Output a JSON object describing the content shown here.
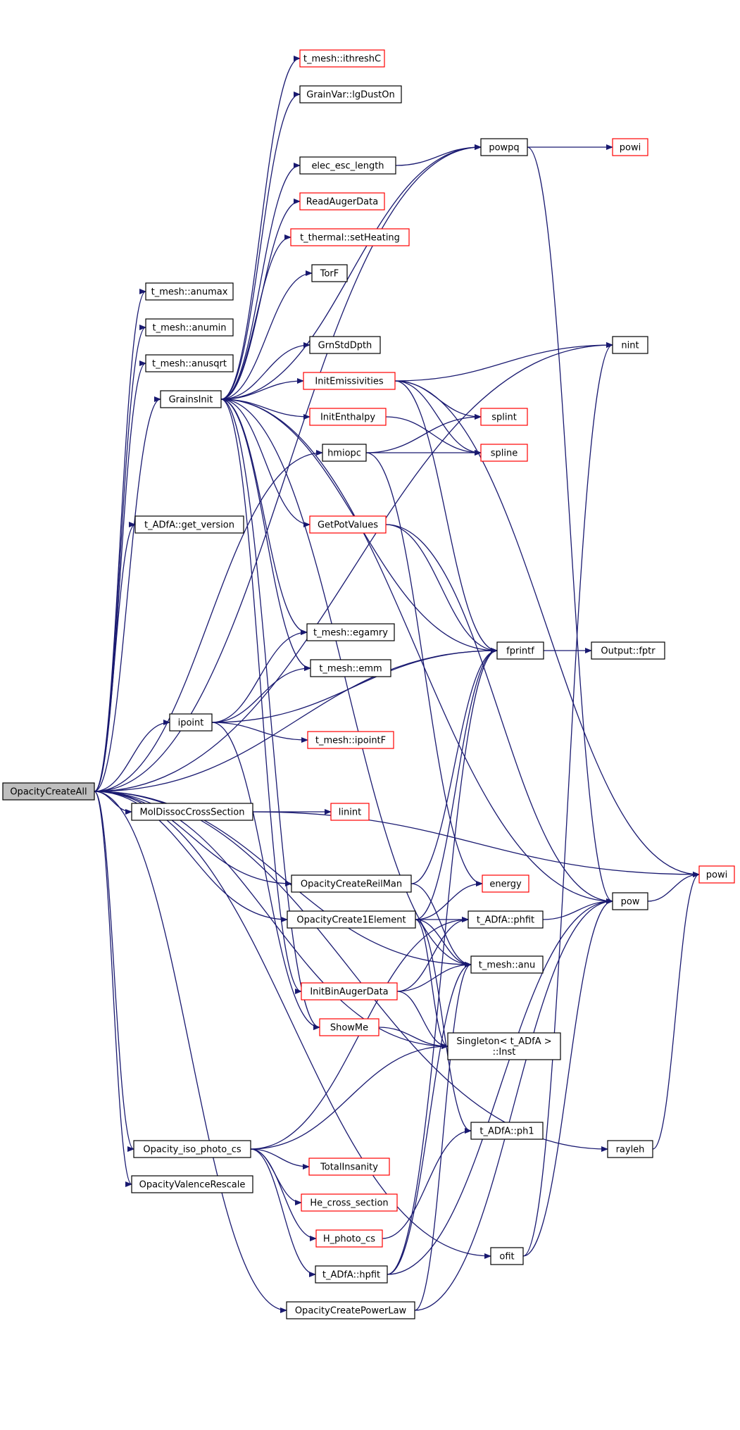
{
  "diagram": {
    "type": "call-graph",
    "colors": {
      "edge": "#191970",
      "truncated_border": "#ff0000",
      "normal_border": "#000000",
      "root_fill": "#bfbfbf"
    },
    "nodes": [
      {
        "id": "OpacityCreateAll",
        "lines": [
          "OpacityCreateAll"
        ],
        "style": "root"
      },
      {
        "id": "t_mesh_ithreshC",
        "lines": [
          "t_mesh::ithreshC"
        ],
        "style": "red"
      },
      {
        "id": "GrainVar_lgDustOn",
        "lines": [
          "GrainVar::lgDustOn"
        ],
        "style": "black"
      },
      {
        "id": "powpq",
        "lines": [
          "powpq"
        ],
        "style": "black"
      },
      {
        "id": "powi_top",
        "lines": [
          "powi"
        ],
        "style": "red"
      },
      {
        "id": "elec_esc_length",
        "lines": [
          "elec_esc_length"
        ],
        "style": "black"
      },
      {
        "id": "ReadAugerData",
        "lines": [
          "ReadAugerData"
        ],
        "style": "red"
      },
      {
        "id": "t_thermal_setHeating",
        "lines": [
          "t_thermal::setHeating"
        ],
        "style": "red"
      },
      {
        "id": "TorF",
        "lines": [
          "TorF"
        ],
        "style": "black"
      },
      {
        "id": "t_mesh_anumax",
        "lines": [
          "t_mesh::anumax"
        ],
        "style": "black"
      },
      {
        "id": "t_mesh_anumin",
        "lines": [
          "t_mesh::anumin"
        ],
        "style": "black"
      },
      {
        "id": "GrnStdDpth",
        "lines": [
          "GrnStdDpth"
        ],
        "style": "black"
      },
      {
        "id": "nint",
        "lines": [
          "nint"
        ],
        "style": "black"
      },
      {
        "id": "t_mesh_anusqrt",
        "lines": [
          "t_mesh::anusqrt"
        ],
        "style": "black"
      },
      {
        "id": "InitEmissivities",
        "lines": [
          "InitEmissivities"
        ],
        "style": "red"
      },
      {
        "id": "GrainsInit",
        "lines": [
          "GrainsInit"
        ],
        "style": "black"
      },
      {
        "id": "splint",
        "lines": [
          "splint"
        ],
        "style": "red"
      },
      {
        "id": "InitEnthalpy",
        "lines": [
          "InitEnthalpy"
        ],
        "style": "red"
      },
      {
        "id": "hmiopc",
        "lines": [
          "hmiopc"
        ],
        "style": "black"
      },
      {
        "id": "spline",
        "lines": [
          "spline"
        ],
        "style": "red"
      },
      {
        "id": "t_ADfA_get_version",
        "lines": [
          "t_ADfA::get_version"
        ],
        "style": "black"
      },
      {
        "id": "GetPotValues",
        "lines": [
          "GetPotValues"
        ],
        "style": "red"
      },
      {
        "id": "t_mesh_egamry",
        "lines": [
          "t_mesh::egamry"
        ],
        "style": "black"
      },
      {
        "id": "fprintf",
        "lines": [
          "fprintf"
        ],
        "style": "black"
      },
      {
        "id": "Output_fptr",
        "lines": [
          "Output::fptr"
        ],
        "style": "black"
      },
      {
        "id": "t_mesh_emm",
        "lines": [
          "t_mesh::emm"
        ],
        "style": "black"
      },
      {
        "id": "ipoint",
        "lines": [
          "ipoint"
        ],
        "style": "black"
      },
      {
        "id": "t_mesh_ipointF",
        "lines": [
          "t_mesh::ipointF"
        ],
        "style": "red"
      },
      {
        "id": "MolDissocCrossSection",
        "lines": [
          "MolDissocCrossSection"
        ],
        "style": "black"
      },
      {
        "id": "linint",
        "lines": [
          "linint"
        ],
        "style": "red"
      },
      {
        "id": "powi_mid",
        "lines": [
          "powi"
        ],
        "style": "red"
      },
      {
        "id": "OpacityCreateReilMan",
        "lines": [
          "OpacityCreateReilMan"
        ],
        "style": "black"
      },
      {
        "id": "energy",
        "lines": [
          "energy"
        ],
        "style": "red"
      },
      {
        "id": "OpacityCreate1Element",
        "lines": [
          "OpacityCreate1Element"
        ],
        "style": "black"
      },
      {
        "id": "t_ADfA_phfit",
        "lines": [
          "t_ADfA::phfit"
        ],
        "style": "black"
      },
      {
        "id": "pow",
        "lines": [
          "pow"
        ],
        "style": "black"
      },
      {
        "id": "t_mesh_anu",
        "lines": [
          "t_mesh::anu"
        ],
        "style": "black"
      },
      {
        "id": "InitBinAugerData",
        "lines": [
          "InitBinAugerData"
        ],
        "style": "red"
      },
      {
        "id": "ShowMe",
        "lines": [
          "ShowMe"
        ],
        "style": "red"
      },
      {
        "id": "Singleton_Inst",
        "lines": [
          "Singleton< t_ADfA >",
          "::Inst"
        ],
        "style": "black"
      },
      {
        "id": "t_ADfA_ph1",
        "lines": [
          "t_ADfA::ph1"
        ],
        "style": "black"
      },
      {
        "id": "Opacity_iso_photo_cs",
        "lines": [
          "Opacity_iso_photo_cs"
        ],
        "style": "black"
      },
      {
        "id": "rayleh",
        "lines": [
          "rayleh"
        ],
        "style": "black"
      },
      {
        "id": "TotalInsanity",
        "lines": [
          "TotalInsanity"
        ],
        "style": "red"
      },
      {
        "id": "OpacityValenceRescale",
        "lines": [
          "OpacityValenceRescale"
        ],
        "style": "black"
      },
      {
        "id": "He_cross_section",
        "lines": [
          "He_cross_section"
        ],
        "style": "red"
      },
      {
        "id": "H_photo_cs",
        "lines": [
          "H_photo_cs"
        ],
        "style": "red"
      },
      {
        "id": "ofit",
        "lines": [
          "ofit"
        ],
        "style": "black"
      },
      {
        "id": "t_ADfA_hpfit",
        "lines": [
          "t_ADfA::hpfit"
        ],
        "style": "black"
      },
      {
        "id": "OpacityCreatePowerLaw",
        "lines": [
          "OpacityCreatePowerLaw"
        ],
        "style": "black"
      }
    ],
    "edges": [
      [
        "OpacityCreateAll",
        "GrainsInit"
      ],
      [
        "OpacityCreateAll",
        "t_mesh_anumax"
      ],
      [
        "OpacityCreateAll",
        "t_mesh_anumin"
      ],
      [
        "OpacityCreateAll",
        "t_mesh_anusqrt"
      ],
      [
        "OpacityCreateAll",
        "powpq"
      ],
      [
        "OpacityCreateAll",
        "nint"
      ],
      [
        "OpacityCreateAll",
        "hmiopc"
      ],
      [
        "OpacityCreateAll",
        "t_ADfA_get_version"
      ],
      [
        "OpacityCreateAll",
        "fprintf"
      ],
      [
        "OpacityCreateAll",
        "ipoint"
      ],
      [
        "OpacityCreateAll",
        "MolDissocCrossSection"
      ],
      [
        "OpacityCreateAll",
        "OpacityCreateReilMan"
      ],
      [
        "OpacityCreateAll",
        "OpacityCreate1Element"
      ],
      [
        "OpacityCreateAll",
        "t_mesh_anu"
      ],
      [
        "OpacityCreateAll",
        "Singleton_Inst"
      ],
      [
        "OpacityCreateAll",
        "Opacity_iso_photo_cs"
      ],
      [
        "OpacityCreateAll",
        "OpacityValenceRescale"
      ],
      [
        "OpacityCreateAll",
        "OpacityCreatePowerLaw"
      ],
      [
        "OpacityCreateAll",
        "ofit"
      ],
      [
        "OpacityCreateAll",
        "rayleh"
      ],
      [
        "GrainsInit",
        "t_mesh_ithreshC"
      ],
      [
        "GrainsInit",
        "GrainVar_lgDustOn"
      ],
      [
        "GrainsInit",
        "powpq"
      ],
      [
        "GrainsInit",
        "elec_esc_length"
      ],
      [
        "GrainsInit",
        "ReadAugerData"
      ],
      [
        "GrainsInit",
        "t_thermal_setHeating"
      ],
      [
        "GrainsInit",
        "TorF"
      ],
      [
        "GrainsInit",
        "fprintf"
      ],
      [
        "GrainsInit",
        "GrnStdDpth"
      ],
      [
        "GrainsInit",
        "InitEmissivities"
      ],
      [
        "GrainsInit",
        "InitEnthalpy"
      ],
      [
        "GrainsInit",
        "GetPotValues"
      ],
      [
        "GrainsInit",
        "t_mesh_egamry"
      ],
      [
        "GrainsInit",
        "t_mesh_emm"
      ],
      [
        "GrainsInit",
        "pow"
      ],
      [
        "GrainsInit",
        "t_mesh_anu"
      ],
      [
        "GrainsInit",
        "InitBinAugerData"
      ],
      [
        "GrainsInit",
        "ShowMe"
      ],
      [
        "elec_esc_length",
        "powpq"
      ],
      [
        "powpq",
        "powi_top"
      ],
      [
        "powpq",
        "pow"
      ],
      [
        "InitEmissivities",
        "nint"
      ],
      [
        "InitEmissivities",
        "splint"
      ],
      [
        "InitEmissivities",
        "spline"
      ],
      [
        "InitEmissivities",
        "fprintf"
      ],
      [
        "InitEmissivities",
        "powi_mid"
      ],
      [
        "InitEnthalpy",
        "spline"
      ],
      [
        "hmiopc",
        "splint"
      ],
      [
        "hmiopc",
        "spline"
      ],
      [
        "hmiopc",
        "energy"
      ],
      [
        "GetPotValues",
        "fprintf"
      ],
      [
        "GetPotValues",
        "pow"
      ],
      [
        "fprintf",
        "Output_fptr"
      ],
      [
        "ipoint",
        "t_mesh_egamry"
      ],
      [
        "ipoint",
        "t_mesh_emm"
      ],
      [
        "ipoint",
        "fprintf"
      ],
      [
        "ipoint",
        "t_mesh_ipointF"
      ],
      [
        "ipoint",
        "ShowMe"
      ],
      [
        "MolDissocCrossSection",
        "linint"
      ],
      [
        "MolDissocCrossSection",
        "powi_mid"
      ],
      [
        "OpacityCreateReilMan",
        "fprintf"
      ],
      [
        "OpacityCreateReilMan",
        "t_mesh_anu"
      ],
      [
        "OpacityCreate1Element",
        "energy"
      ],
      [
        "OpacityCreate1Element",
        "fprintf"
      ],
      [
        "OpacityCreate1Element",
        "t_ADfA_phfit"
      ],
      [
        "OpacityCreate1Element",
        "t_mesh_anu"
      ],
      [
        "OpacityCreate1Element",
        "Singleton_Inst"
      ],
      [
        "OpacityCreate1Element",
        "t_ADfA_ph1"
      ],
      [
        "t_ADfA_phfit",
        "pow"
      ],
      [
        "pow",
        "powi_mid"
      ],
      [
        "InitBinAugerData",
        "t_ADfA_phfit"
      ],
      [
        "InitBinAugerData",
        "t_mesh_anu"
      ],
      [
        "InitBinAugerData",
        "Singleton_Inst"
      ],
      [
        "ShowMe",
        "Singleton_Inst"
      ],
      [
        "Opacity_iso_photo_cs",
        "t_ADfA_phfit"
      ],
      [
        "Opacity_iso_photo_cs",
        "Singleton_Inst"
      ],
      [
        "Opacity_iso_photo_cs",
        "TotalInsanity"
      ],
      [
        "Opacity_iso_photo_cs",
        "He_cross_section"
      ],
      [
        "Opacity_iso_photo_cs",
        "H_photo_cs"
      ],
      [
        "Opacity_iso_photo_cs",
        "t_ADfA_hpfit"
      ],
      [
        "H_photo_cs",
        "t_ADfA_ph1"
      ],
      [
        "t_ADfA_hpfit",
        "fprintf"
      ],
      [
        "t_ADfA_hpfit",
        "t_mesh_anu"
      ],
      [
        "t_ADfA_hpfit",
        "pow"
      ],
      [
        "OpacityCreatePowerLaw",
        "pow"
      ],
      [
        "OpacityCreatePowerLaw",
        "t_mesh_anu"
      ],
      [
        "ofit",
        "nint"
      ],
      [
        "ofit",
        "pow"
      ],
      [
        "rayleh",
        "powi_mid"
      ]
    ]
  }
}
